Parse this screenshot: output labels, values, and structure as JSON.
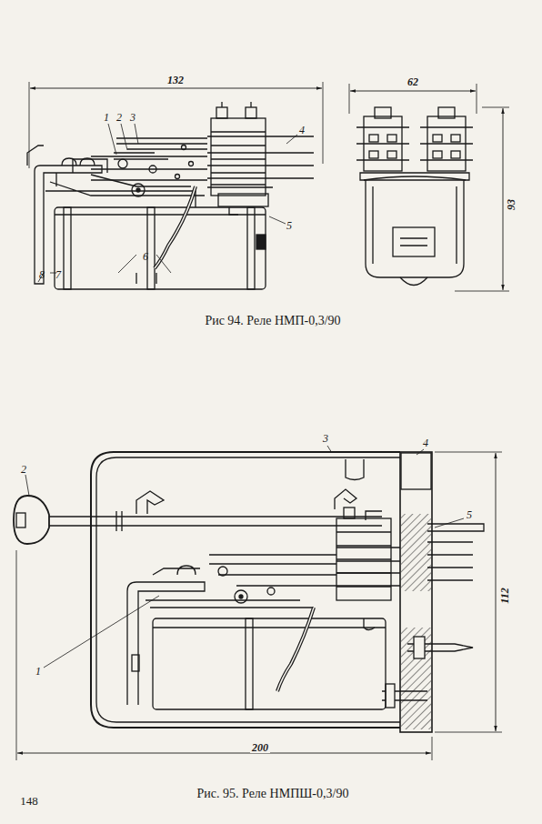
{
  "diagram": {
    "labels": [
      "132",
      "62",
      "93",
      "1",
      "2",
      "3",
      "4",
      "5",
      "6",
      "7",
      "8",
      "Рис 94. Реле НМП-0,3/90",
      "2",
      "3",
      "4",
      "5",
      "1",
      "112",
      "200",
      "Рис. 95. Реле НМПШ-0,3/90",
      "148"
    ]
  }
}
